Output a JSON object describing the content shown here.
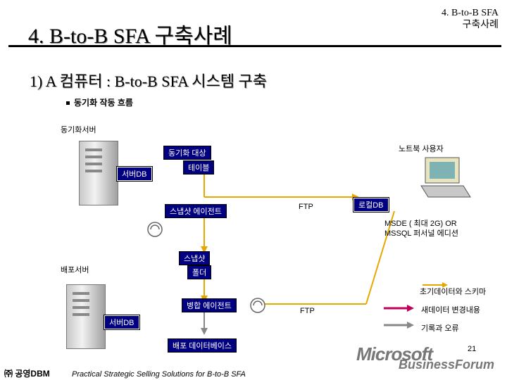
{
  "header": {
    "title": "4. B-to-B SFA 구축사례",
    "corner_line1": "4. B-to-B SFA",
    "corner_line2": "구축사례"
  },
  "section": {
    "subtitle": "1) A 컴퓨터 : B-to-B SFA 시스템 구축",
    "bullet": "동기화 작동 흐름"
  },
  "diagram": {
    "sync_server": "동기화서버",
    "sync_target": "동기화 대상",
    "table": "테이블",
    "server_db_top": "서버DB",
    "notebook_user": "노트북 사용자",
    "snapshot_agent": "스냅샷 에이전트",
    "ftp_top": "FTP",
    "local_db": "로컬DB",
    "msde_line1": "MSDE ( 최대 2G) OR",
    "msde_line2": "MSSQL 퍼서널 에디션",
    "snapshot": "스냅샷",
    "deploy_server": "배포서버",
    "folder": "폴더",
    "legend_initial": "초기데이터와 스키마",
    "merge_agent": "병합 에이전트",
    "ftp_bottom": "FTP",
    "legend_new": "새데이터 변경내용",
    "server_db_bottom": "서버DB",
    "legend_log": "기록과 오류",
    "deploy_db": "배포 데이터베이스"
  },
  "footer": {
    "company": "㈜ 공영DBM",
    "caption": "Practical Strategic Selling Solutions for B-to-B SFA",
    "page": "21",
    "logo_main": "Microsoft",
    "logo_sub": "BusinessForum"
  },
  "colors": {
    "tag_bg": "#000080",
    "arrow_orange": "#e6a800",
    "legend_pink": "#c0005a",
    "legend_gray": "#888888"
  }
}
